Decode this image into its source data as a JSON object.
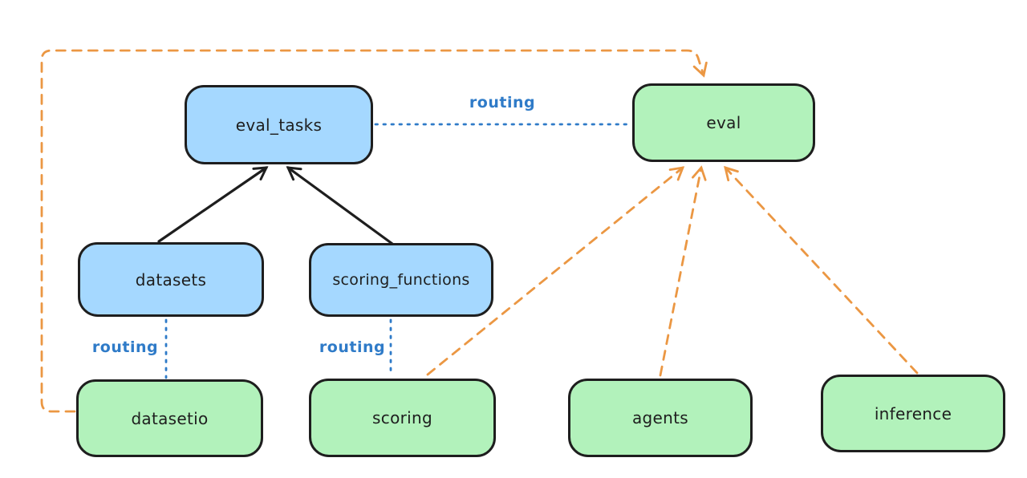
{
  "colors": {
    "background": "#ffffff",
    "node_stroke": "#1e1e1e",
    "api_fill_blue": "#a5d8ff",
    "provider_fill_green": "#b2f2bb",
    "routing_blue": "#2f7bc8",
    "dependency_orange": "#eb9743"
  },
  "nodes": {
    "eval_tasks": {
      "label": "eval_tasks",
      "fill": "blue"
    },
    "eval": {
      "label": "eval",
      "fill": "green"
    },
    "datasets": {
      "label": "datasets",
      "fill": "blue"
    },
    "scoring_functions": {
      "label": "scoring_functions",
      "fill": "blue"
    },
    "datasetio": {
      "label": "datasetio",
      "fill": "green"
    },
    "scoring": {
      "label": "scoring",
      "fill": "green"
    },
    "agents": {
      "label": "agents",
      "fill": "green"
    },
    "inference": {
      "label": "inference",
      "fill": "green"
    }
  },
  "edge_labels": {
    "eval_tasks_to_eval": "routing",
    "datasets_to_datasetio": "routing",
    "scoring_functions_to_scoring": "routing"
  },
  "edges": [
    {
      "from": "datasets",
      "to": "eval_tasks",
      "style": "solid",
      "color": "black",
      "arrowhead": true
    },
    {
      "from": "scoring_functions",
      "to": "eval_tasks",
      "style": "solid",
      "color": "black",
      "arrowhead": true
    },
    {
      "from": "eval_tasks",
      "to": "eval",
      "style": "dotted",
      "color": "blue",
      "label": "routing",
      "arrowhead": false
    },
    {
      "from": "datasets",
      "to": "datasetio",
      "style": "dotted",
      "color": "blue",
      "label": "routing",
      "arrowhead": false
    },
    {
      "from": "scoring_functions",
      "to": "scoring",
      "style": "dotted",
      "color": "blue",
      "label": "routing",
      "arrowhead": false
    },
    {
      "from": "datasetio",
      "to": "eval",
      "style": "dashed",
      "color": "orange",
      "arrowhead": true,
      "route": "around-left-and-top"
    },
    {
      "from": "scoring",
      "to": "eval",
      "style": "dashed",
      "color": "orange",
      "arrowhead": true
    },
    {
      "from": "agents",
      "to": "eval",
      "style": "dashed",
      "color": "orange",
      "arrowhead": true
    },
    {
      "from": "inference",
      "to": "eval",
      "style": "dashed",
      "color": "orange",
      "arrowhead": true
    }
  ]
}
